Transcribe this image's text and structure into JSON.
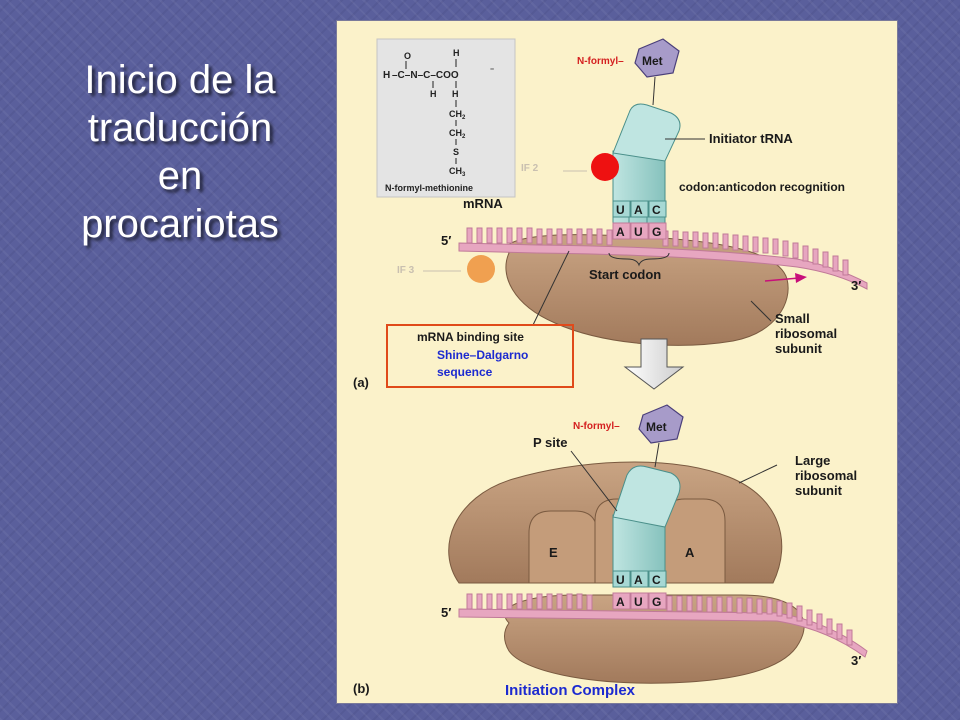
{
  "title_lines": [
    "Inicio de la",
    "traducción",
    "en",
    "procariotas"
  ],
  "inset": {
    "caption": "N-formyl-methionine",
    "row1": [
      "O",
      "H"
    ],
    "row2": [
      "H",
      "–C–N–C–COO",
      "⁻"
    ],
    "row3": [
      "H",
      "H"
    ],
    "chain": [
      "CH",
      "CH",
      "S",
      "CH"
    ],
    "subs": [
      "2",
      "2",
      "3"
    ]
  },
  "panel_a": {
    "label": "(a)",
    "met": "Met",
    "nformyl": "N-formyl–",
    "initiator_trna": "Initiator tRNA",
    "codon_recognition": "codon:anticodon recognition",
    "mrna": "mRNA",
    "five_prime": "5′",
    "three_prime": "3′",
    "anticodon": [
      "U",
      "A",
      "C"
    ],
    "codon": [
      "A",
      "U",
      "G"
    ],
    "start_codon": "Start codon",
    "small_subunit": [
      "Small",
      "ribosomal",
      "subunit"
    ],
    "if2": "IF 2",
    "if3": "IF 3",
    "binding_site": "mRNA binding site",
    "shine_dalgarno": [
      "Shine–Dalgarno",
      "sequence"
    ]
  },
  "panel_b": {
    "label": "(b)",
    "met": "Met",
    "nformyl": "N-formyl–",
    "p_site": "P site",
    "large_subunit": [
      "Large",
      "ribosomal",
      "subunit"
    ],
    "e_site": "E",
    "a_site": "A",
    "anticodon": [
      "U",
      "A",
      "C"
    ],
    "codon": [
      "A",
      "U",
      "G"
    ],
    "five_prime": "5′",
    "three_prime": "3′",
    "caption": "Initiation Complex"
  },
  "colors": {
    "slide_bg": "#5a5f9c",
    "figure_bg": "#fbf2ca",
    "ribosome": "#b88e6e",
    "trna": "#a7d8d4",
    "mrna_pink": "#e7a6c0",
    "met_purple": "#a79bc9",
    "highlight_box": "#e04a1a",
    "caption_blue": "#1c2ad0",
    "if2_red": "#ee1111",
    "if3_orange": "#f0a050"
  }
}
